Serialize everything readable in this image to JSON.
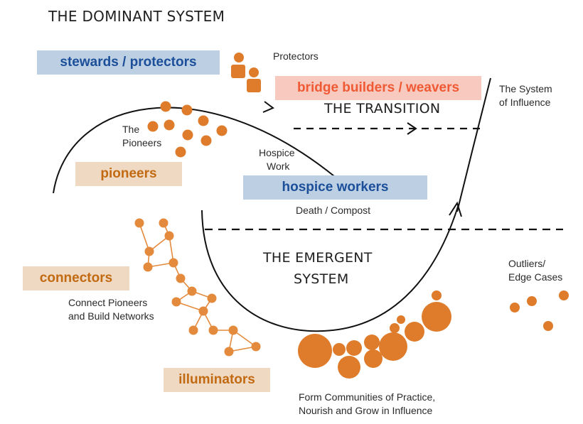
{
  "titles": {
    "dominant": "THE DOMINANT SYSTEM",
    "transition": "THE TRANSITION",
    "emergent_line1": "THE EMERGENT",
    "emergent_line2": "SYSTEM"
  },
  "roles": {
    "stewards": "stewards / protectors",
    "bridge": "bridge builders / weavers",
    "pioneers": "pioneers",
    "hospice": "hospice workers",
    "connectors": "connectors",
    "illuminators": "illuminators"
  },
  "labels": {
    "protectors": "Protectors",
    "system_of_influence_1": "The System",
    "system_of_influence_2": "of Influence",
    "the_pioneers_1": "The",
    "the_pioneers_2": "Pioneers",
    "hospice_work_1": "Hospice",
    "hospice_work_2": "Work",
    "death_compost": "Death / Compost",
    "outliers_1": "Outliers/",
    "outliers_2": "Edge Cases",
    "connect_1": "Connect Pioneers",
    "connect_2": "and Build Networks",
    "communities_1": "Form Communities of Practice,",
    "communities_2": "Nourish and Grow in Influence"
  },
  "colors": {
    "orange": "#de7c2b",
    "connector_orange": "#e48a3c",
    "line": "#111111"
  }
}
